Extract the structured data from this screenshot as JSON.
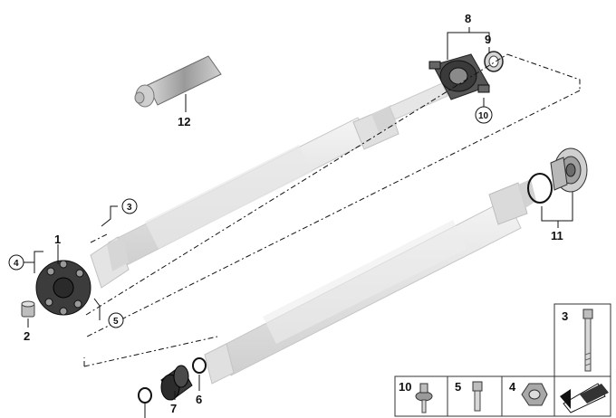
{
  "callouts": {
    "c1": "1",
    "c2": "2",
    "c3": "3",
    "c4": "4",
    "c5": "5",
    "c6": "6",
    "c7": "7",
    "c8": "8",
    "c9": "9",
    "c10": "10",
    "c11": "11",
    "c12": "12"
  },
  "legend": {
    "bolt_long": "3",
    "bolt_flange": "10",
    "bolt_short": "5",
    "nut": "4"
  },
  "colors": {
    "shaft": "#e6e6e6",
    "shaft_edge": "#c4c4c4",
    "dark_part": "#4a4a4a",
    "line": "#111111"
  }
}
